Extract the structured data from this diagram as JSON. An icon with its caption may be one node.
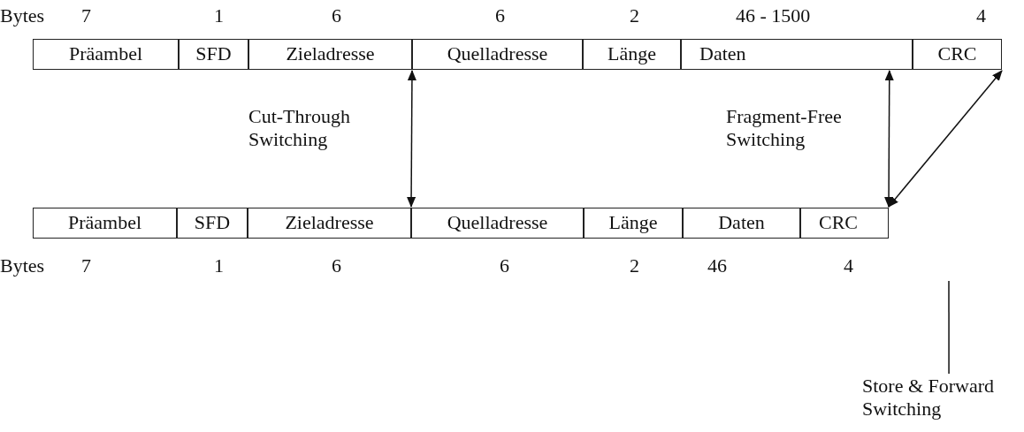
{
  "diagram": {
    "nodes": [
      {
        "text": [
          "Präambel"
        ]
      },
      {
        "text": [
          "SFD"
        ]
      },
      {
        "text": [
          "Zieladresse"
        ]
      },
      {
        "text": [
          "Quelladresse"
        ]
      },
      {
        "text": [
          "Länge"
        ]
      },
      {
        "text": [
          "Daten"
        ]
      },
      {
        "text": [
          "CRC"
        ]
      },
      {
        "text": [
          "Präambel"
        ]
      },
      {
        "text": [
          "SFD"
        ]
      },
      {
        "text": [
          "Zieladresse"
        ]
      },
      {
        "text": [
          "Quelladresse"
        ]
      },
      {
        "text": [
          "Länge"
        ]
      },
      {
        "text": [
          "Daten"
        ]
      },
      {
        "text": [
          "CRC"
        ]
      },
      {
        "text": [
          "Store & Forward Switching"
        ]
      }
    ],
    "edges": [
      {
        "from": 2,
        "to": 9,
        "arrow": "both",
        "label": "Cut-Through Switching"
      },
      {
        "from": 5,
        "to": 13,
        "arrow": "both",
        "label": "Fragment-Free Switching"
      },
      {
        "from": 6,
        "to": 13,
        "arrow": "both"
      },
      {
        "from": 14,
        "to": null,
        "arrow": "none"
      }
    ],
    "labels": [
      "Bytes",
      "7",
      "1",
      "6",
      "6",
      "2",
      "46 - 1500",
      "4",
      "Bytes",
      "7",
      "1",
      "6",
      "6",
      "2",
      "46",
      "4"
    ]
  }
}
